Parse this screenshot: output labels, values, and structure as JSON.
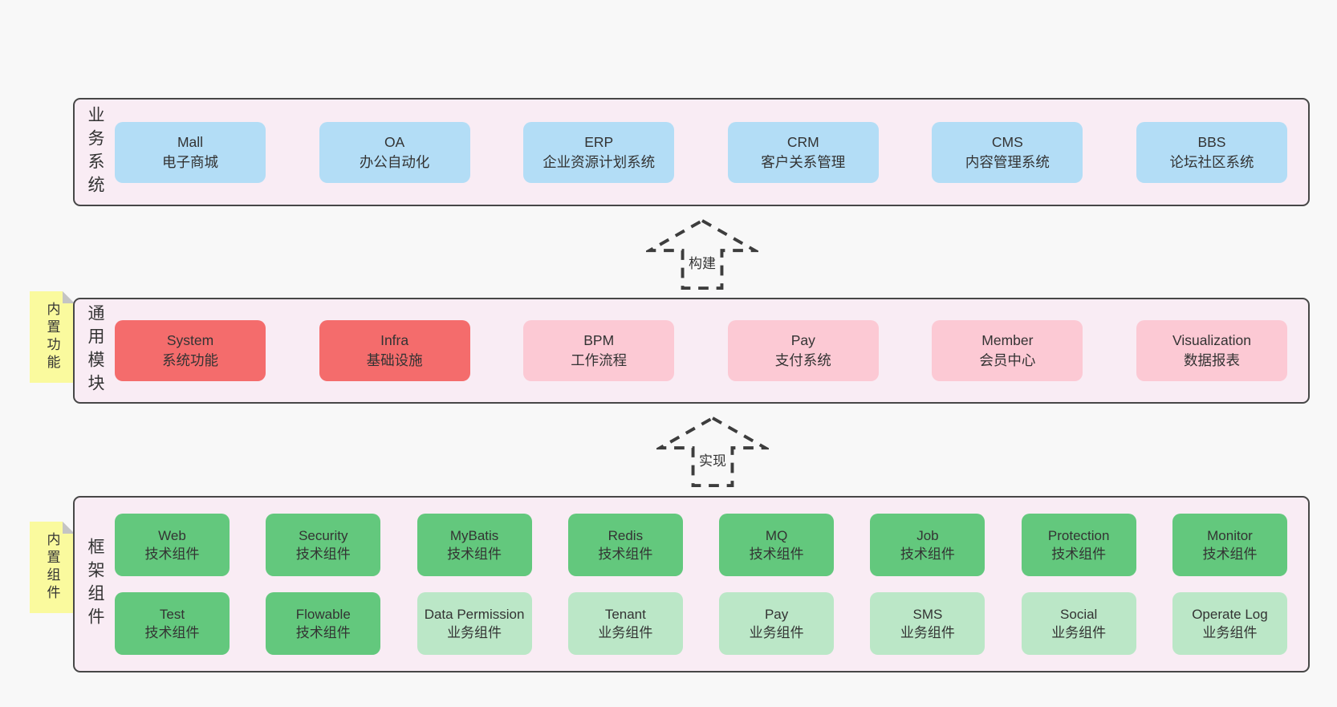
{
  "diagram": {
    "bands": [
      {
        "id": "business-systems",
        "label": "业务系统",
        "rows": [
          [
            {
              "name": "Mall",
              "subtitle": "电子商城",
              "type": "blue"
            },
            {
              "name": "OA",
              "subtitle": "办公自动化",
              "type": "blue"
            },
            {
              "name": "ERP",
              "subtitle": "企业资源计划系统",
              "type": "blue"
            },
            {
              "name": "CRM",
              "subtitle": "客户关系管理",
              "type": "blue"
            },
            {
              "name": "CMS",
              "subtitle": "内容管理系统",
              "type": "blue"
            },
            {
              "name": "BBS",
              "subtitle": "论坛社区系统",
              "type": "blue"
            }
          ]
        ]
      },
      {
        "id": "common-modules",
        "label": "通用模块",
        "note": "内置功能",
        "rows": [
          [
            {
              "name": "System",
              "subtitle": "系统功能",
              "type": "red"
            },
            {
              "name": "Infra",
              "subtitle": "基础设施",
              "type": "red"
            },
            {
              "name": "BPM",
              "subtitle": "工作流程",
              "type": "pink"
            },
            {
              "name": "Pay",
              "subtitle": "支付系统",
              "type": "pink"
            },
            {
              "name": "Member",
              "subtitle": "会员中心",
              "type": "pink"
            },
            {
              "name": "Visualization",
              "subtitle": "数据报表",
              "type": "pink"
            }
          ]
        ]
      },
      {
        "id": "framework-components",
        "label": "框架组件",
        "note": "内置组件",
        "rows": [
          [
            {
              "name": "Web",
              "subtitle": "技术组件",
              "type": "green"
            },
            {
              "name": "Security",
              "subtitle": "技术组件",
              "type": "green"
            },
            {
              "name": "MyBatis",
              "subtitle": "技术组件",
              "type": "green"
            },
            {
              "name": "Redis",
              "subtitle": "技术组件",
              "type": "green"
            },
            {
              "name": "MQ",
              "subtitle": "技术组件",
              "type": "green"
            },
            {
              "name": "Job",
              "subtitle": "技术组件",
              "type": "green"
            },
            {
              "name": "Protection",
              "subtitle": "技术组件",
              "type": "green"
            },
            {
              "name": "Monitor",
              "subtitle": "技术组件",
              "type": "green"
            }
          ],
          [
            {
              "name": "Test",
              "subtitle": "技术组件",
              "type": "green"
            },
            {
              "name": "Flowable",
              "subtitle": "技术组件",
              "type": "green"
            },
            {
              "name": "Data Permission",
              "subtitle": "业务组件",
              "type": "lightgreen"
            },
            {
              "name": "Tenant",
              "subtitle": "业务组件",
              "type": "lightgreen"
            },
            {
              "name": "Pay",
              "subtitle": "业务组件",
              "type": "lightgreen"
            },
            {
              "name": "SMS",
              "subtitle": "业务组件",
              "type": "lightgreen"
            },
            {
              "name": "Social",
              "subtitle": "业务组件",
              "type": "lightgreen"
            },
            {
              "name": "Operate Log",
              "subtitle": "业务组件",
              "type": "lightgreen"
            }
          ]
        ]
      }
    ],
    "arrows": [
      {
        "label": "构建"
      },
      {
        "label": "实现"
      }
    ],
    "colors": {
      "page_bg": "#f8f8f8",
      "band_bg": "#f9ecf4",
      "band_border": "#474747",
      "blue": "#b3ddf6",
      "red": "#f46c6c",
      "pink": "#fcc9d4",
      "green": "#63c87d",
      "lightgreen": "#bbe7c7",
      "note_yellow": "#fafa9e",
      "note_fold": "#c4c4c4",
      "text": "#333333",
      "arrow_stroke": "#3d3d3d"
    }
  }
}
